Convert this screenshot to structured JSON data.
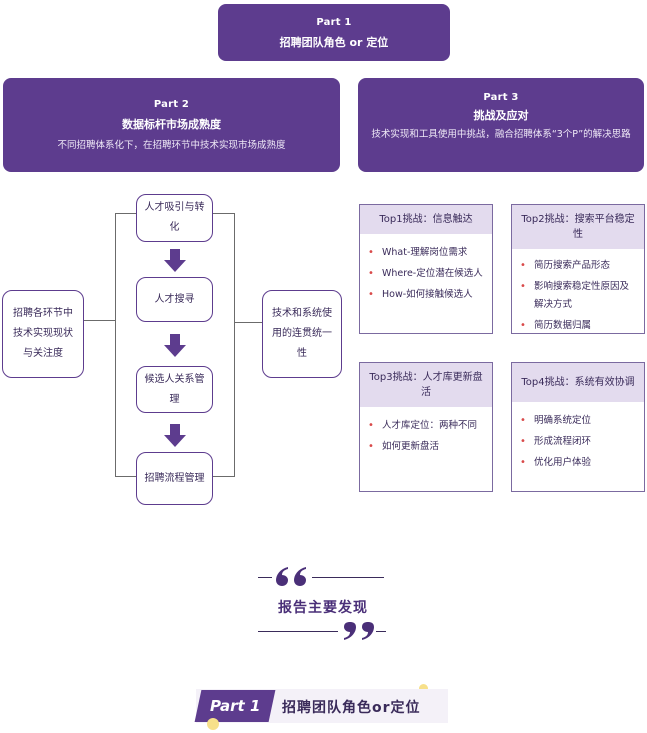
{
  "part1": {
    "tag": "Part 1",
    "title": "招聘团队角色 or 定位"
  },
  "part2": {
    "tag": "Part 2",
    "title": "数据标杆市场成熟度",
    "desc": "不同招聘体系化下，在招聘环节中技术实现市场成熟度"
  },
  "part3": {
    "tag": "Part 3",
    "title": "挑战及应对",
    "desc": "技术实现和工具使用中挑战，融合招聘体系“3个P”的解决思路"
  },
  "flow": {
    "left": "招聘各环节中技术实现现状与关注度",
    "right": "技术和系统使用的连贯统一性",
    "steps": [
      "人才吸引与转化",
      "人才搜寻",
      "候选人关系管理",
      "招聘流程管理"
    ]
  },
  "challenges": [
    {
      "title": "Top1挑战：信息触达",
      "items": [
        "What-理解岗位需求",
        "Where-定位潜在候选人",
        "How-如何接触候选人"
      ]
    },
    {
      "title": "Top2挑战：搜索平台稳定性",
      "items": [
        "简历搜索产品形态",
        "影响搜索稳定性原因及解决方式",
        "简历数据归属"
      ]
    },
    {
      "title": "Top3挑战：人才库更新盘活",
      "items": [
        "人才库定位：两种不同",
        "如何更新盘活"
      ]
    },
    {
      "title": "Top4挑战：系统有效协调",
      "items": [
        "明确系统定位",
        "形成流程闭环",
        "优化用户体验"
      ]
    }
  ],
  "findings": {
    "title": "报告主要发现"
  },
  "section": {
    "badge": "Part 1",
    "title": "招聘团队角色or定位"
  },
  "colors": {
    "primary": "#5d3c8e",
    "card_header": "#e3dbee",
    "bullet": "#d94a4a",
    "accent_dot": "#f7e08a"
  }
}
